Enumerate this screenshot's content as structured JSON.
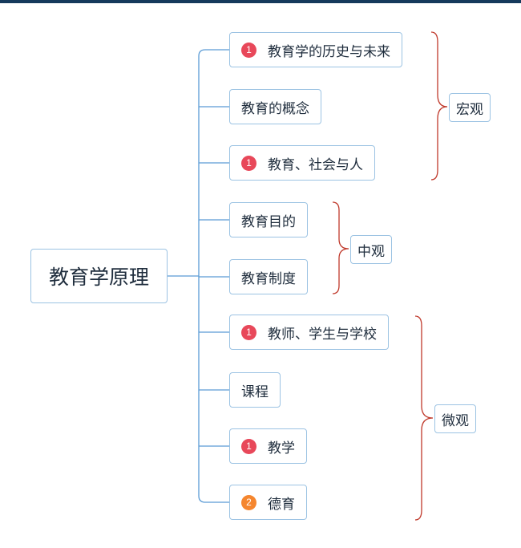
{
  "root": {
    "label": "教育学原理"
  },
  "topics": [
    {
      "label": "教育学的历史与未来",
      "badge": "1"
    },
    {
      "label": "教育的概念"
    },
    {
      "label": "教育、社会与人",
      "badge": "1"
    },
    {
      "label": "教育目的"
    },
    {
      "label": "教育制度"
    },
    {
      "label": "教师、学生与学校",
      "badge": "1"
    },
    {
      "label": "课程"
    },
    {
      "label": "教学",
      "badge": "1"
    },
    {
      "label": "德育",
      "badge": "2"
    }
  ],
  "groups": [
    {
      "label": "宏观"
    },
    {
      "label": "中观"
    },
    {
      "label": "微观"
    }
  ],
  "colors": {
    "line": "#5b9bd5",
    "brace": "#c0392b",
    "node_border": "#9cc3e3",
    "badge_1": "#e8485a",
    "badge_2": "#f5862e",
    "top_bar": "#163a5c"
  }
}
